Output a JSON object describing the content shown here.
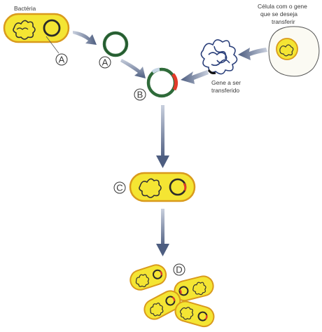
{
  "labels": {
    "bacteria": "Bactéria",
    "cell_line1": "Célula com o gene",
    "cell_line2": "que se deseja",
    "cell_line3": "transferir",
    "gene_line1": "Gene a ser",
    "gene_line2": "transferido"
  },
  "markers": {
    "a1": "A",
    "a2": "A",
    "b": "B",
    "c": "C",
    "d": "D"
  },
  "colors": {
    "bacteria_fill": "#f4e533",
    "bacteria_outline": "#d99a1c",
    "plasmid_green": "#2f6b3a",
    "gene_red": "#e23b2a",
    "arrow_blue": "#5b6b8c"
  }
}
